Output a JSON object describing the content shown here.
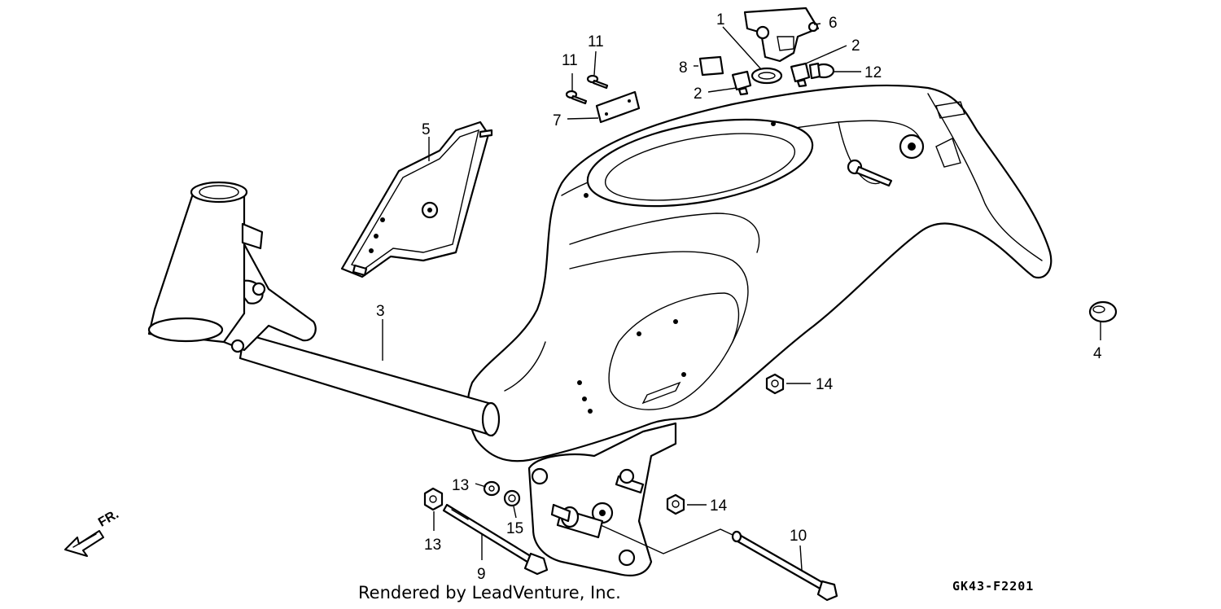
{
  "diagram": {
    "callouts": [
      {
        "id": "c1",
        "label": "1"
      },
      {
        "id": "c2a",
        "label": "2"
      },
      {
        "id": "c2b",
        "label": "2"
      },
      {
        "id": "c3",
        "label": "3"
      },
      {
        "id": "c4",
        "label": "4"
      },
      {
        "id": "c5",
        "label": "5"
      },
      {
        "id": "c6",
        "label": "6"
      },
      {
        "id": "c7",
        "label": "7"
      },
      {
        "id": "c8",
        "label": "8"
      },
      {
        "id": "c9",
        "label": "9"
      },
      {
        "id": "c10",
        "label": "10"
      },
      {
        "id": "c11a",
        "label": "11"
      },
      {
        "id": "c11b",
        "label": "11"
      },
      {
        "id": "c12",
        "label": "12"
      },
      {
        "id": "c13a",
        "label": "13"
      },
      {
        "id": "c13b",
        "label": "13"
      },
      {
        "id": "c14a",
        "label": "14"
      },
      {
        "id": "c14b",
        "label": "14"
      },
      {
        "id": "c15",
        "label": "15"
      }
    ],
    "direction_label": "FR.",
    "credit": "Rendered by LeadVenture, Inc.",
    "diagram_code": "GK43-F2201"
  }
}
